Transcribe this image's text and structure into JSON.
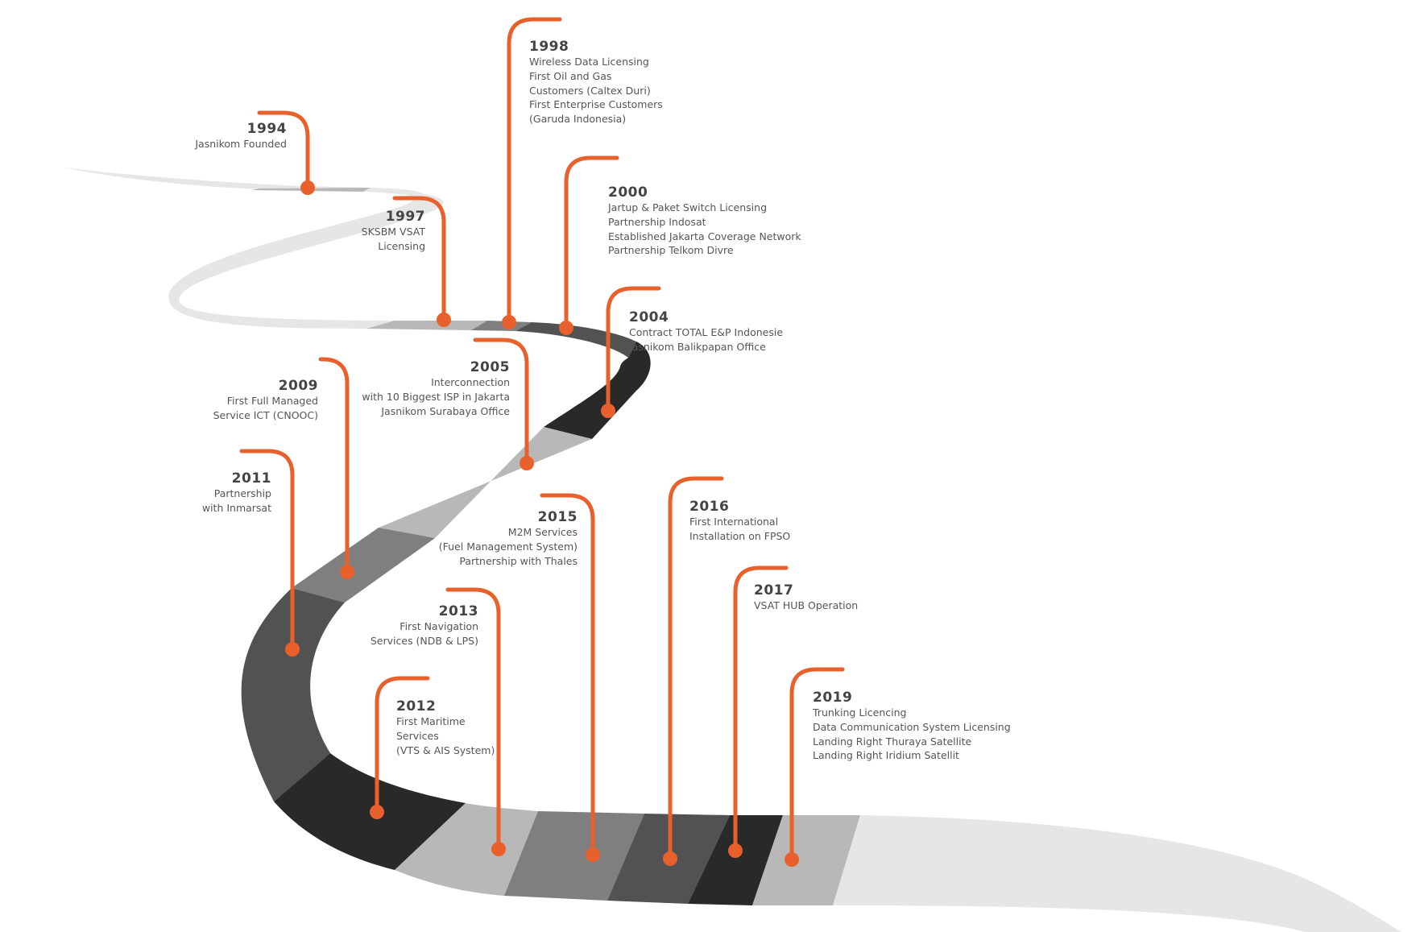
{
  "title": "Jasnikom Milestones Timeline",
  "colors": {
    "accent": "#E8612C",
    "road_lightest": "#E6E6E6",
    "road_light": "#B8B8B8",
    "road_mid": "#7F7F7F",
    "road_dark": "#525252",
    "road_darkest": "#292929",
    "text_year": "#444444",
    "text_body": "#555555"
  },
  "milestones": [
    {
      "year": "1994",
      "lines": [
        "Jasnikom Founded"
      ]
    },
    {
      "year": "1997",
      "lines": [
        "SKSBM VSAT",
        "Licensing"
      ]
    },
    {
      "year": "1998",
      "lines": [
        "Wireless Data Licensing",
        "First Oil and Gas",
        "Customers (Caltex Duri)",
        "First Enterprise Customers",
        "(Garuda Indonesia)"
      ]
    },
    {
      "year": "2000",
      "lines": [
        "Jartup & Paket Switch Licensing",
        "Partnership Indosat",
        "Established Jakarta Coverage Network",
        "Partnership Telkom Divre"
      ]
    },
    {
      "year": "2004",
      "lines": [
        "Contract TOTAL E&P Indonesie",
        "Jasnikom Balikpapan Office"
      ]
    },
    {
      "year": "2005",
      "lines": [
        "Interconnection",
        "with 10 Biggest ISP in Jakarta",
        "Jasnikom Surabaya Office"
      ]
    },
    {
      "year": "2009",
      "lines": [
        "First Full Managed",
        "Service ICT (CNOOC)"
      ]
    },
    {
      "year": "2011",
      "lines": [
        "Partnership",
        "with Inmarsat"
      ]
    },
    {
      "year": "2012",
      "lines": [
        "First Maritime",
        "Services",
        "(VTS & AIS System)"
      ]
    },
    {
      "year": "2013",
      "lines": [
        "First Navigation",
        "Services (NDB & LPS)"
      ]
    },
    {
      "year": "2015",
      "lines": [
        "M2M Services",
        "(Fuel Management System)",
        "Partnership with Thales"
      ]
    },
    {
      "year": "2016",
      "lines": [
        "First International",
        "Installation on FPSO"
      ]
    },
    {
      "year": "2017",
      "lines": [
        "VSAT HUB Operation"
      ]
    },
    {
      "year": "2019",
      "lines": [
        "Trunking  Licencing",
        "Data Communication System Licensing",
        "Landing Right Thuraya Satellite",
        "Landing Right Iridium Satellit"
      ]
    }
  ]
}
